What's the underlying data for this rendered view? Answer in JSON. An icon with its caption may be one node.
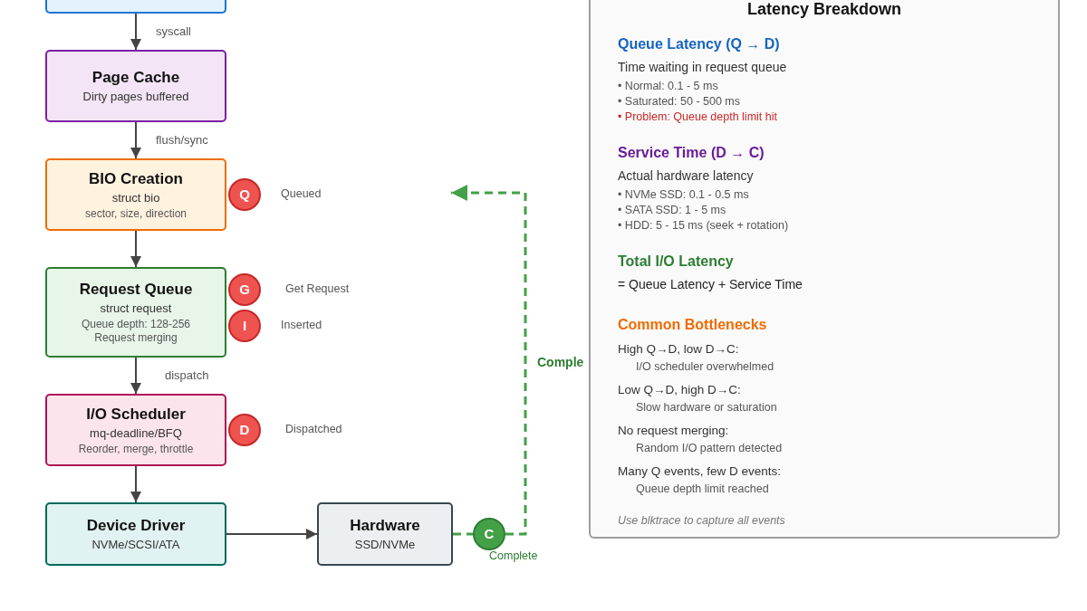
{
  "diagram": {
    "nodes": [
      {
        "text": [],
        "shape": "box"
      },
      {
        "text": [
          "Page Cache",
          "Dirty pages buffered"
        ]
      },
      {
        "text": [
          "BIO Creation",
          "struct bio",
          "sector, size, direction"
        ]
      },
      {
        "text": [
          "Request Queue",
          "struct request",
          "Queue depth: 128-256 Request merging"
        ]
      },
      {
        "text": [
          "I/O Scheduler",
          "mq-deadline/BFQ",
          "Reorder, merge, throttle"
        ]
      },
      {
        "text": [
          "Device Driver",
          "NVMe/SCSI/ATA"
        ]
      },
      {
        "text": [
          "Hardware",
          "SSD/NVMe"
        ]
      },
      {
        "text": [
          "Q"
        ],
        "beside": [
          "Queued"
        ]
      },
      {
        "text": [
          "G"
        ],
        "beside": [
          "Get Request"
        ]
      },
      {
        "text": [
          "I"
        ],
        "beside": [
          "Inserted"
        ]
      },
      {
        "text": [
          "D"
        ],
        "beside": [
          "Dispatched"
        ]
      },
      {
        "text": [
          "C"
        ],
        "beside": [
          "Complete"
        ]
      },
      {
        "text": [
          "Latency Breakdown",
          "Queue Latency (Q → D)",
          "Time waiting in request queue",
          "• Normal: 0.1 - 5 ms",
          "• Saturated: 50 - 500 ms",
          "• Problem: Queue depth limit hit",
          "Service Time (D → C)",
          "Actual hardware latency",
          "• NVMe SSD: 0.1 - 0.5 ms",
          "• SATA SSD: 1 - 5 ms",
          "• HDD: 5 - 15 ms (seek + rotation)",
          "Total I/O Latency",
          "= Queue Latency + Service Time",
          "Common Bottlenecks",
          "High Q→D, low D→C:",
          "I/O scheduler overwhelmed",
          "Low Q→D, high D→C:",
          "Slow hardware or saturation",
          "No request merging:",
          "Random I/O pattern detected",
          "Many Q events, few D events:",
          "Queue depth limit reached",
          "Use blktrace to capture all events"
        ]
      }
    ],
    "edges": [
      {
        "from": 0,
        "to": 1,
        "arrow": "to",
        "label": "syscall"
      },
      {
        "from": 1,
        "to": 2,
        "arrow": "to",
        "label": "flush/sync"
      },
      {
        "from": 2,
        "to": 3,
        "arrow": "to"
      },
      {
        "from": 3,
        "to": 4,
        "arrow": "to",
        "label": "dispatch"
      },
      {
        "from": 4,
        "to": 5,
        "arrow": "to"
      },
      {
        "from": 5,
        "to": 6,
        "arrow": "to"
      },
      {
        "from": 6,
        "to": 11,
        "arrow": "none",
        "style": "dashed",
        "color": "#43a047"
      },
      {
        "from": 11,
        "to": null,
        "arrow": "to",
        "style": "dashed",
        "color": "#43a047",
        "label": "Comple"
      }
    ]
  }
}
